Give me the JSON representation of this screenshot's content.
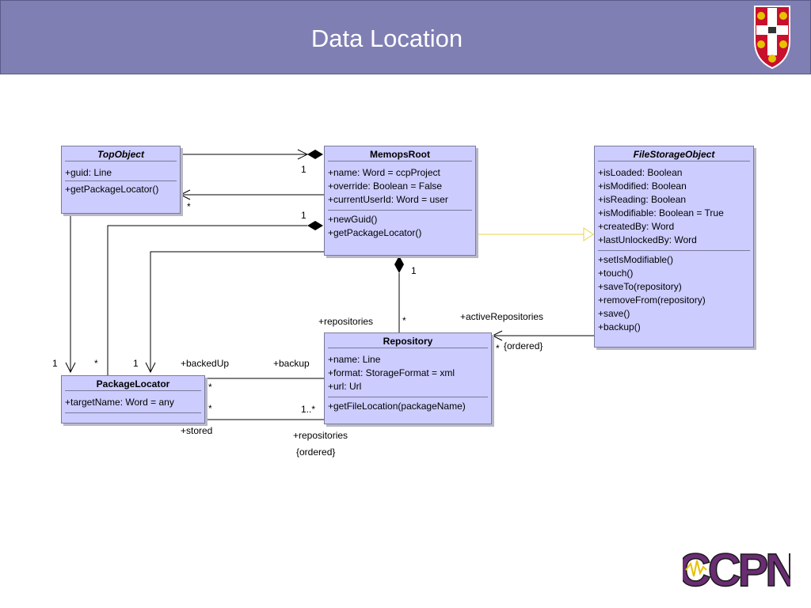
{
  "slide": {
    "title": "Data Location"
  },
  "classes": {
    "topobject": {
      "name": "TopObject",
      "attrs": [
        "+guid: Line"
      ],
      "ops": [
        "+getPackageLocator()"
      ]
    },
    "memopsroot": {
      "name": "MemopsRoot",
      "attrs": [
        "+name: Word = ccpProject",
        "+override: Boolean = False",
        "+currentUserId: Word = user"
      ],
      "ops": [
        "+newGuid()",
        "+getPackageLocator()"
      ]
    },
    "filestorageobject": {
      "name": "FileStorageObject",
      "attrs": [
        "+isLoaded: Boolean",
        "+isModified: Boolean",
        "+isReading: Boolean",
        "+isModifiable: Boolean = True",
        "+createdBy: Word",
        "+lastUnlockedBy: Word"
      ],
      "ops": [
        "+setIsModifiable()",
        "+touch()",
        "+saveTo(repository)",
        "+removeFrom(repository)",
        "+save()",
        "+backup()"
      ]
    },
    "repository": {
      "name": "Repository",
      "attrs": [
        "+name: Line",
        "+format: StorageFormat = xml",
        "+url: Url"
      ],
      "ops": [
        "+getFileLocation(packageName)"
      ]
    },
    "packagelocator": {
      "name": "PackageLocator",
      "attrs": [
        "+targetName: Word = any"
      ],
      "ops": []
    }
  },
  "labels": {
    "top_root_mult": "1",
    "top_getpl_mult": "*",
    "root_pl_mult": "1",
    "root_repo_mult_top": "1",
    "root_repo_role": "+repositories",
    "root_repo_mult_bottom": "*",
    "active_role": "+activeRepositories",
    "active_mult": "*",
    "active_ordered": "{ordered}",
    "pl_mult_1a": "1",
    "pl_mult_star": "*",
    "pl_mult_1b": "1",
    "backedup_role": "+backedUp",
    "backup_role": "+backup",
    "backup_mult": "*",
    "stored_mult": "*",
    "stored_role": "+stored",
    "repos_mult": "1..*",
    "repos_role": "+repositories",
    "repos_ordered": "{ordered}"
  },
  "logo": {
    "text": "CCPN"
  },
  "colors": {
    "header": "#7f7fb4",
    "class_fill": "#ccccff",
    "realization": "#e6d34a"
  }
}
